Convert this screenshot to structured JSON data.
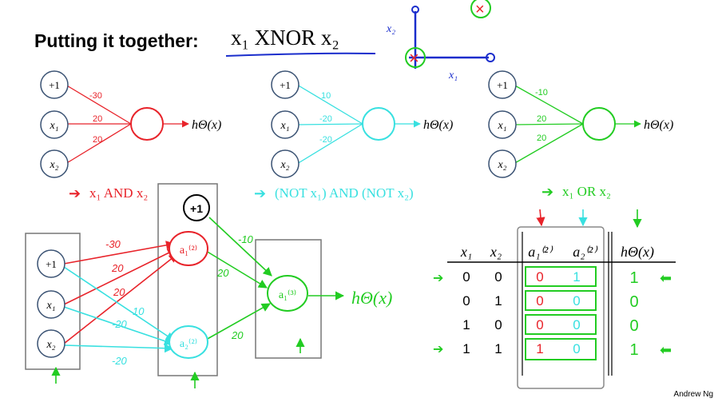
{
  "title": {
    "label": "Putting it together:",
    "expression": "x₁ XNOR x₂"
  },
  "axes_sketch": {
    "x_label": "x₁",
    "y_label": "x₂",
    "marks": [
      "×",
      "o"
    ]
  },
  "networks": [
    {
      "caption": "x₁ AND x₂",
      "color": "#e8232a",
      "inputs": [
        "+1",
        "x₁",
        "x₂"
      ],
      "weights": [
        "-30",
        "20",
        "20"
      ],
      "output_label": "hΘ(x)"
    },
    {
      "caption": "(NOT x₁) AND (NOT x₂)",
      "color": "#38e0e0",
      "inputs": [
        "+1",
        "x₁",
        "x₂"
      ],
      "weights": [
        "10",
        "-20",
        "-20"
      ],
      "output_label": "hΘ(x)"
    },
    {
      "caption": "x₁ OR x₂",
      "color": "#22cc22",
      "inputs": [
        "+1",
        "x₁",
        "x₂"
      ],
      "weights": [
        "-10",
        "20",
        "20"
      ],
      "output_label": "hΘ(x)"
    }
  ],
  "combined_network": {
    "inputs": [
      "+1",
      "x₁",
      "x₂"
    ],
    "hidden_bias": "+1",
    "hidden_units": [
      "a₁⁽²⁾",
      "a₂⁽²⁾"
    ],
    "output_unit": "a₁⁽³⁾",
    "output_label": "hΘ(x)",
    "red_weights": [
      "-30",
      "20",
      "20"
    ],
    "cyan_weights": [
      "10",
      "-20",
      "-20"
    ],
    "green_weights": [
      "-10",
      "20",
      "20"
    ]
  },
  "truth_table": {
    "headers": [
      "x₁",
      "x₂",
      "a₁⁽²⁾",
      "a₂⁽²⁾",
      "hΘ(x)"
    ],
    "rows": [
      [
        "0",
        "0",
        "0",
        "1",
        "1"
      ],
      [
        "0",
        "1",
        "0",
        "0",
        "0"
      ],
      [
        "1",
        "0",
        "0",
        "0",
        "0"
      ],
      [
        "1",
        "1",
        "1",
        "0",
        "1"
      ]
    ]
  },
  "footer": "Andrew Ng",
  "colors": {
    "red": "#e8232a",
    "cyan": "#38e0e0",
    "green": "#22cc22",
    "blue": "#1a2dcc",
    "node_outline": "#3a5273"
  }
}
